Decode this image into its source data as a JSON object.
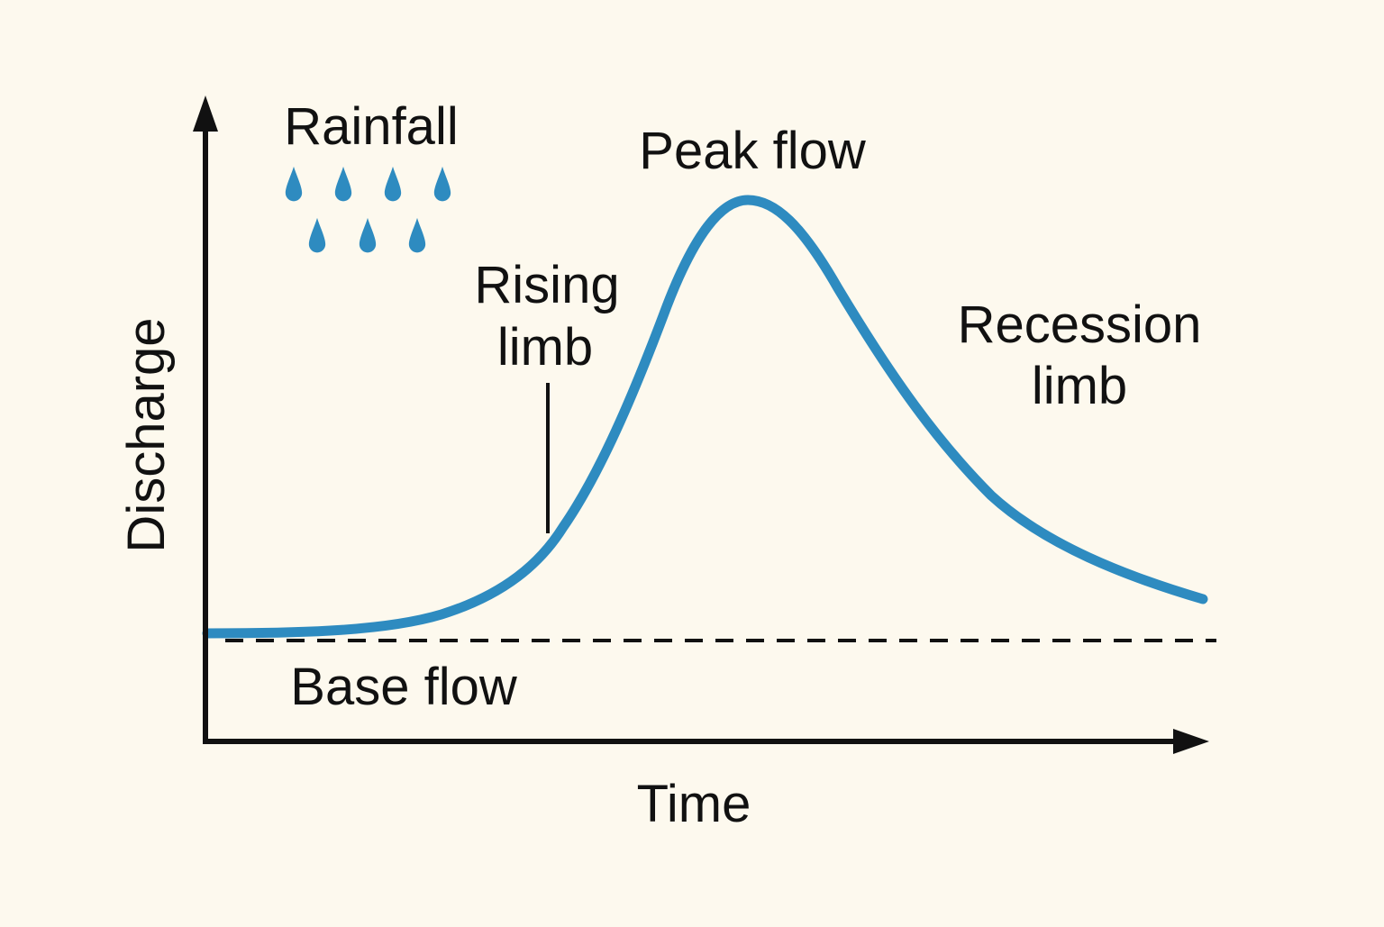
{
  "labels": {
    "y_axis": "Discharge",
    "x_axis": "Time",
    "rainfall": "Rainfall",
    "peak_flow": "Peak flow",
    "rising_limb": [
      "Rising",
      "limb"
    ],
    "recession_limb": [
      "Recession",
      "limb"
    ],
    "base_flow": "Base flow"
  },
  "colors": {
    "background": "#fdf9ee",
    "hydrograph": "#2e8bc0",
    "raindrop": "#2e8bc0",
    "axes": "#111111"
  },
  "icons": {
    "raindrop": "raindrop-icon",
    "raindrop_count": 7
  }
}
